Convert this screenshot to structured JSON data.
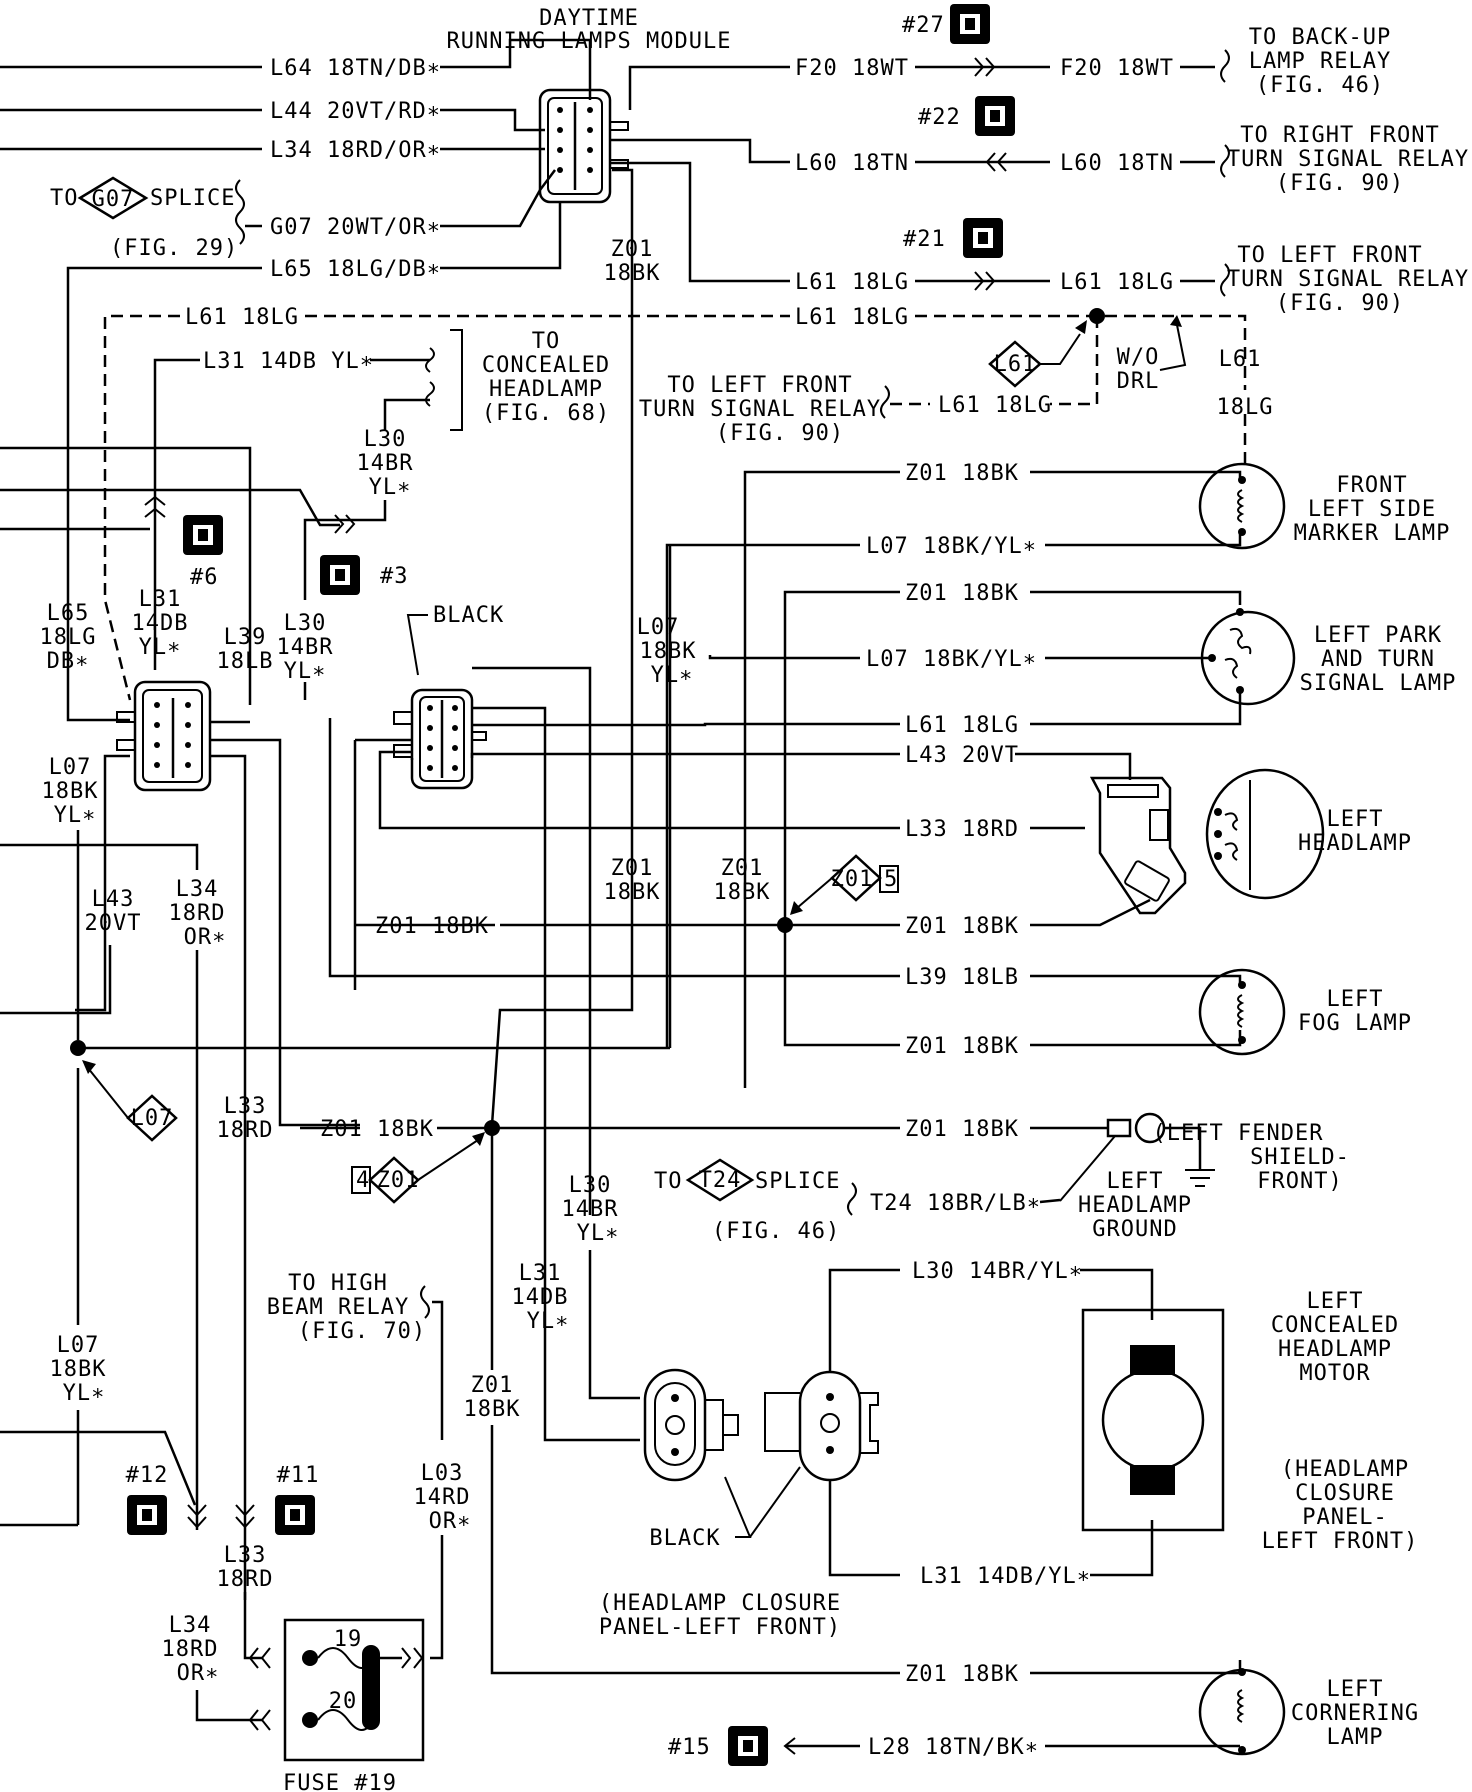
{
  "module_title": [
    "DAYTIME",
    "RUNNING LAMPS MODULE"
  ],
  "wires": {
    "l64": "L64 18TN/DB∗",
    "l44": "L44 20VT/RD∗",
    "l34": "L34 18RD/OR∗",
    "g07": "G07 20WT/OR∗",
    "l65": "L65 18LG/DB∗",
    "l61_dash": "L61 18LG",
    "l31": "L31 14DB YL∗",
    "f20": "F20 18WT",
    "l60": "L60 18TN",
    "l61": "L61 18LG",
    "z01": "Z01 18BK",
    "l07": "L07 18BK/YL∗",
    "l43": "L43 20VT",
    "l33": "L33 18RD",
    "l39": "L39 18LB",
    "t24": "T24 18BR/LB∗",
    "l30_motor": "L30 14BR/YL∗",
    "l31_motor": "L31 14DB/YL∗",
    "l28": "L28 18TN/BK∗"
  },
  "destinations": {
    "backup": [
      "TO BACK-UP",
      "LAMP RELAY",
      "(FIG. 46)"
    ],
    "right_front": [
      "TO RIGHT FRONT",
      "TURN SIGNAL RELAY",
      "(FIG. 90)"
    ],
    "left_front": [
      "TO LEFT FRONT",
      "TURN SIGNAL RELAY",
      "(FIG. 90)"
    ],
    "concealed": [
      "TO",
      "CONCEALED",
      "HEADLAMP",
      "(FIG. 68)"
    ],
    "left_front_mid": [
      "TO LEFT FRONT",
      "TURN SIGNAL RELAY",
      "(FIG. 90)"
    ],
    "splice_to": "TO",
    "splice_word": "SPLICE",
    "g07_fig": "(FIG. 29)",
    "t24_fig": "(FIG. 46)",
    "high_beam": [
      "TO HIGH",
      "BEAM RELAY",
      "(FIG. 70)"
    ]
  },
  "wo_drl": [
    "W/O",
    "DRL"
  ],
  "vertical_labels": {
    "l30_top": [
      "L30",
      "14BR",
      "YL∗"
    ],
    "l65": [
      "L65",
      "18LG",
      "DB∗"
    ],
    "l31": [
      "L31",
      "14DB",
      "YL∗"
    ],
    "l39": [
      "L39",
      "18LB"
    ],
    "l30": [
      "L30",
      "14BR",
      "YL∗"
    ],
    "l07_a": [
      "L07",
      "18BK",
      "YL∗"
    ],
    "z01_a": [
      "Z01",
      "18BK"
    ],
    "l61_right": [
      "L61",
      "18LG"
    ],
    "l07_b": [
      "L07",
      "18BK",
      "YL∗"
    ],
    "z01_b": [
      "Z01",
      "18BK"
    ],
    "z01_c": [
      "Z01",
      "18BK"
    ],
    "l43": [
      "L43",
      "20VT"
    ],
    "l34": [
      "L34",
      "18RD",
      "OR∗"
    ],
    "l33": [
      "L33",
      "18RD"
    ],
    "l30_low": [
      "L30",
      "14BR",
      "YL∗"
    ],
    "l31_low": [
      "L31",
      "14DB",
      "YL∗"
    ],
    "z01_low": [
      "Z01",
      "18BK"
    ],
    "l07_low": [
      "L07",
      "18BK",
      "YL∗"
    ],
    "l03": [
      "L03",
      "14RD",
      "OR∗"
    ],
    "l33_low": [
      "L33",
      "18RD"
    ],
    "l34_low": [
      "L34",
      "18RD",
      "OR∗"
    ]
  },
  "splices": {
    "g07": "G07",
    "l61": "L61",
    "z01_5": "Z01",
    "z01_5_num": "5",
    "l07": "L07",
    "z01_4": "Z01",
    "z01_4_num": "4",
    "t24": "T24"
  },
  "connectors": {
    "c27": "#27",
    "c22": "#22",
    "c21": "#21",
    "c6": "#6",
    "c3": "#3",
    "c12": "#12",
    "c11": "#11",
    "c15": "#15"
  },
  "black_label": "BLACK",
  "components": {
    "front_side_marker": [
      "FRONT",
      "LEFT SIDE",
      "MARKER LAMP"
    ],
    "park_turn": [
      "LEFT PARK",
      "AND TURN",
      "SIGNAL LAMP"
    ],
    "headlamp": [
      "LEFT",
      "HEADLAMP"
    ],
    "fog": [
      "LEFT",
      "FOG LAMP"
    ],
    "fender": [
      "(LEFT FENDER",
      "SHIELD-",
      "FRONT)"
    ],
    "ground": [
      "LEFT",
      "HEADLAMP",
      "GROUND"
    ],
    "motor": [
      "LEFT",
      "CONCEALED",
      "HEADLAMP",
      "MOTOR"
    ],
    "closure_right": [
      "(HEADLAMP",
      "CLOSURE",
      "PANEL-",
      "LEFT FRONT)"
    ],
    "closure_bottom": [
      "(HEADLAMP CLOSURE",
      "PANEL-LEFT FRONT)"
    ],
    "cornering": [
      "LEFT",
      "CORNERING",
      "LAMP"
    ],
    "fuse": "FUSE #19",
    "fuse_19": "19",
    "fuse_20": "20"
  }
}
